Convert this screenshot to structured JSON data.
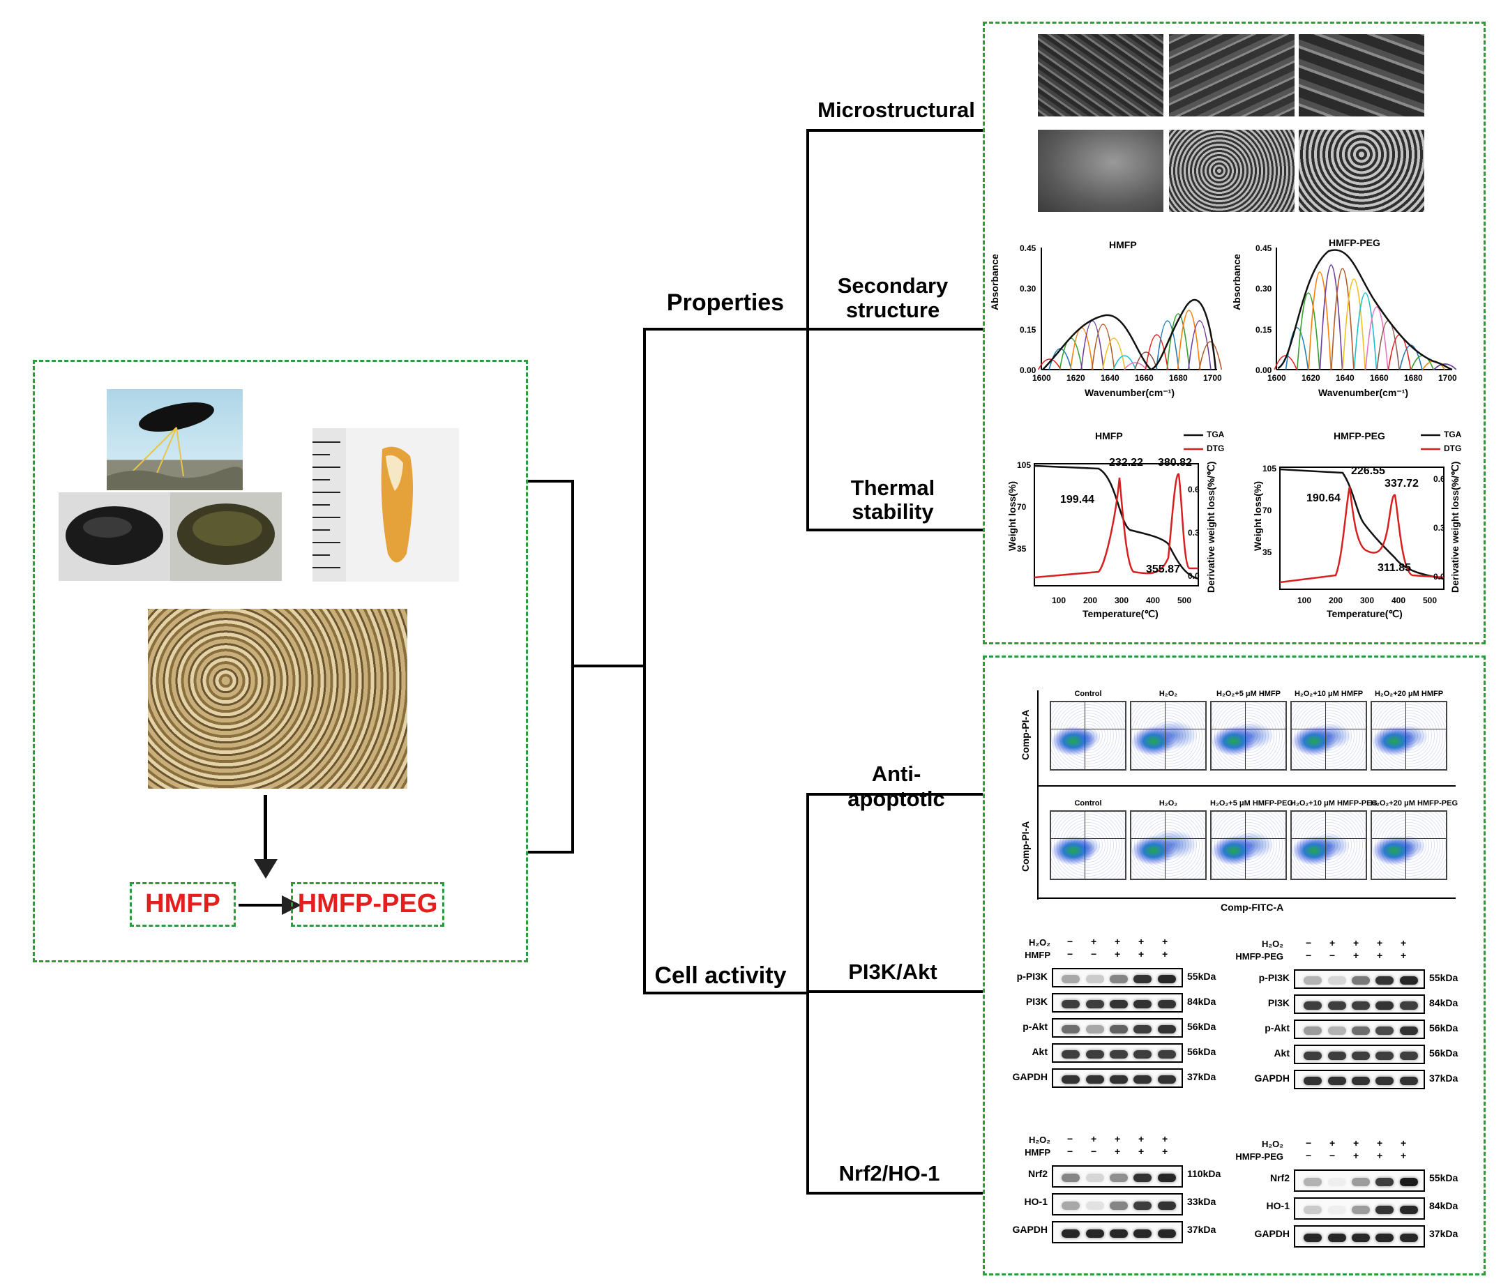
{
  "tree": {
    "properties": "Properties",
    "cell_activity": "Cell activity",
    "microstructural": "Microstructural",
    "secondary_structure_1": "Secondary",
    "secondary_structure_2": "structure",
    "thermal_stability_1": "Thermal",
    "thermal_stability_2": "stability",
    "anti_apoptotic": "Anti-apoptotic",
    "pi3k_akt": "PI3K/Akt",
    "nrf2_ho1": "Nrf2/HO-1"
  },
  "materials": {
    "hmfp": "HMFP",
    "hmfp_peg": "HMFP-PEG"
  },
  "ftir": {
    "left_title": "HMFP",
    "right_title": "HMFP-PEG",
    "ylabel": "Absorbance",
    "xlabel": "Wavenumber(cm⁻¹)",
    "yticks": [
      "0.45",
      "0.30",
      "0.15",
      "0.00"
    ],
    "xticks": [
      "1600",
      "1620",
      "1640",
      "1660",
      "1680",
      "1700"
    ]
  },
  "thermal": {
    "left_title": "HMFP",
    "right_title": "HMFP-PEG",
    "legend_tga": "TGA",
    "legend_dtg": "DTG",
    "ylabel_left": "Weight loss(%)",
    "ylabel_right": "Derivative weight loss(%/℃)",
    "xlabel": "Temperature(℃)",
    "yticks": [
      "105",
      "70",
      "35"
    ],
    "yticks_right": [
      "0.6",
      "0.3",
      "0.0"
    ],
    "xticks": [
      "100",
      "200",
      "300",
      "400",
      "500"
    ],
    "left_ann": [
      "232.22",
      "380.82",
      "199.44",
      "355.87"
    ],
    "right_ann": [
      "226.55",
      "337.72",
      "190.64",
      "311.85"
    ]
  },
  "flow": {
    "row1": [
      "Control",
      "H₂O₂",
      "H₂O₂+5 μM HMFP",
      "H₂O₂+10 μM HMFP",
      "H₂O₂+20 μM HMFP"
    ],
    "row2": [
      "Control",
      "H₂O₂",
      "H₂O₂+5 μM HMFP-PEG",
      "H₂O₂+10 μM HMFP-PEG",
      "H₂O₂+20 μM HMFP-PEG"
    ],
    "ylabel": "Comp-PI-A",
    "xlabel": "Comp-FITC-A"
  },
  "western_pi3k_left": {
    "treat1": "H₂O₂",
    "treat2": "HMFP",
    "signs1": [
      "−",
      "+",
      "+",
      "+",
      "+"
    ],
    "signs2": [
      "−",
      "−",
      "+",
      "+",
      "+"
    ],
    "rows": [
      {
        "name": "p-PI3K",
        "kda": "55kDa"
      },
      {
        "name": "PI3K",
        "kda": "84kDa"
      },
      {
        "name": "p-Akt",
        "kda": "56kDa"
      },
      {
        "name": "Akt",
        "kda": "56kDa"
      },
      {
        "name": "GAPDH",
        "kda": "37kDa"
      }
    ]
  },
  "western_pi3k_right": {
    "treat1": "H₂O₂",
    "treat2": "HMFP-PEG",
    "signs1": [
      "−",
      "+",
      "+",
      "+",
      "+"
    ],
    "signs2": [
      "−",
      "−",
      "+",
      "+",
      "+"
    ],
    "rows": [
      {
        "name": "p-PI3K",
        "kda": "55kDa"
      },
      {
        "name": "PI3K",
        "kda": "84kDa"
      },
      {
        "name": "p-Akt",
        "kda": "56kDa"
      },
      {
        "name": "Akt",
        "kda": "56kDa"
      },
      {
        "name": "GAPDH",
        "kda": "37kDa"
      }
    ]
  },
  "western_nrf_left": {
    "treat1": "H₂O₂",
    "treat2": "HMFP",
    "signs1": [
      "−",
      "+",
      "+",
      "+",
      "+"
    ],
    "signs2": [
      "−",
      "−",
      "+",
      "+",
      "+"
    ],
    "rows": [
      {
        "name": "Nrf2",
        "kda": "110kDa"
      },
      {
        "name": "HO-1",
        "kda": "33kDa"
      },
      {
        "name": "GAPDH",
        "kda": "37kDa"
      }
    ]
  },
  "western_nrf_right": {
    "treat1": "H₂O₂",
    "treat2": "HMFP-PEG",
    "signs1": [
      "−",
      "+",
      "+",
      "+",
      "+"
    ],
    "signs2": [
      "−",
      "−",
      "+",
      "+",
      "+"
    ],
    "rows": [
      {
        "name": "Nrf2",
        "kda": "55kDa"
      },
      {
        "name": "HO-1",
        "kda": "84kDa"
      },
      {
        "name": "GAPDH",
        "kda": "37kDa"
      }
    ]
  },
  "colors": {
    "dash_green": "#2e9a3c",
    "accent_red": "#e41d1d",
    "tga": "#000000",
    "dtg": "#d62020"
  }
}
